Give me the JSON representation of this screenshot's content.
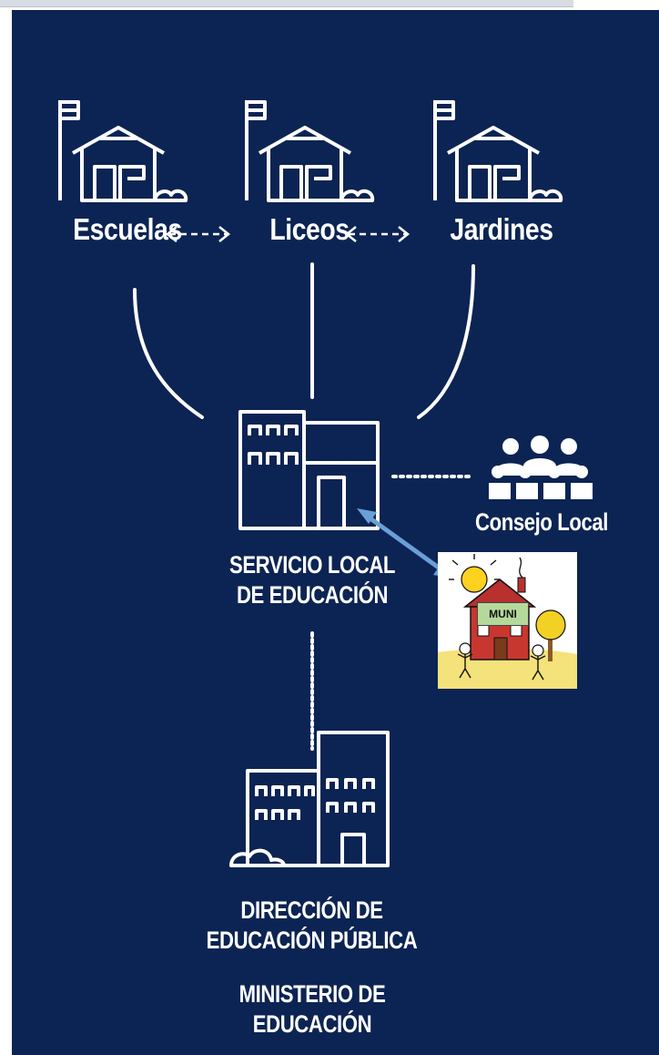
{
  "colors": {
    "background": "#0c2453",
    "foreground": "#ffffff",
    "connector_accent": "#6a9fd8"
  },
  "nodes": {
    "escuelas": {
      "label": "Escuelas",
      "icon": "school-house-flag-icon"
    },
    "liceos": {
      "label": "Liceos",
      "icon": "school-house-flag-icon"
    },
    "jardines": {
      "label": "Jardines",
      "icon": "school-house-flag-icon"
    },
    "servicio_local": {
      "line1": "SERVICIO LOCAL",
      "line2": "DE EDUCACIÓN",
      "icon": "office-building-icon"
    },
    "consejo_local": {
      "label": "Consejo Local",
      "icon": "people-group-icon"
    },
    "muni": {
      "label": "MUNI",
      "icon": "municipal-school-drawing-icon"
    },
    "direccion": {
      "line1": "DIRECCIÓN DE",
      "line2": "EDUCACIÓN PÚBLICA",
      "icon": "government-building-icon"
    },
    "ministerio": {
      "line1": "MINISTERIO DE",
      "line2": "EDUCACIÓN"
    }
  }
}
